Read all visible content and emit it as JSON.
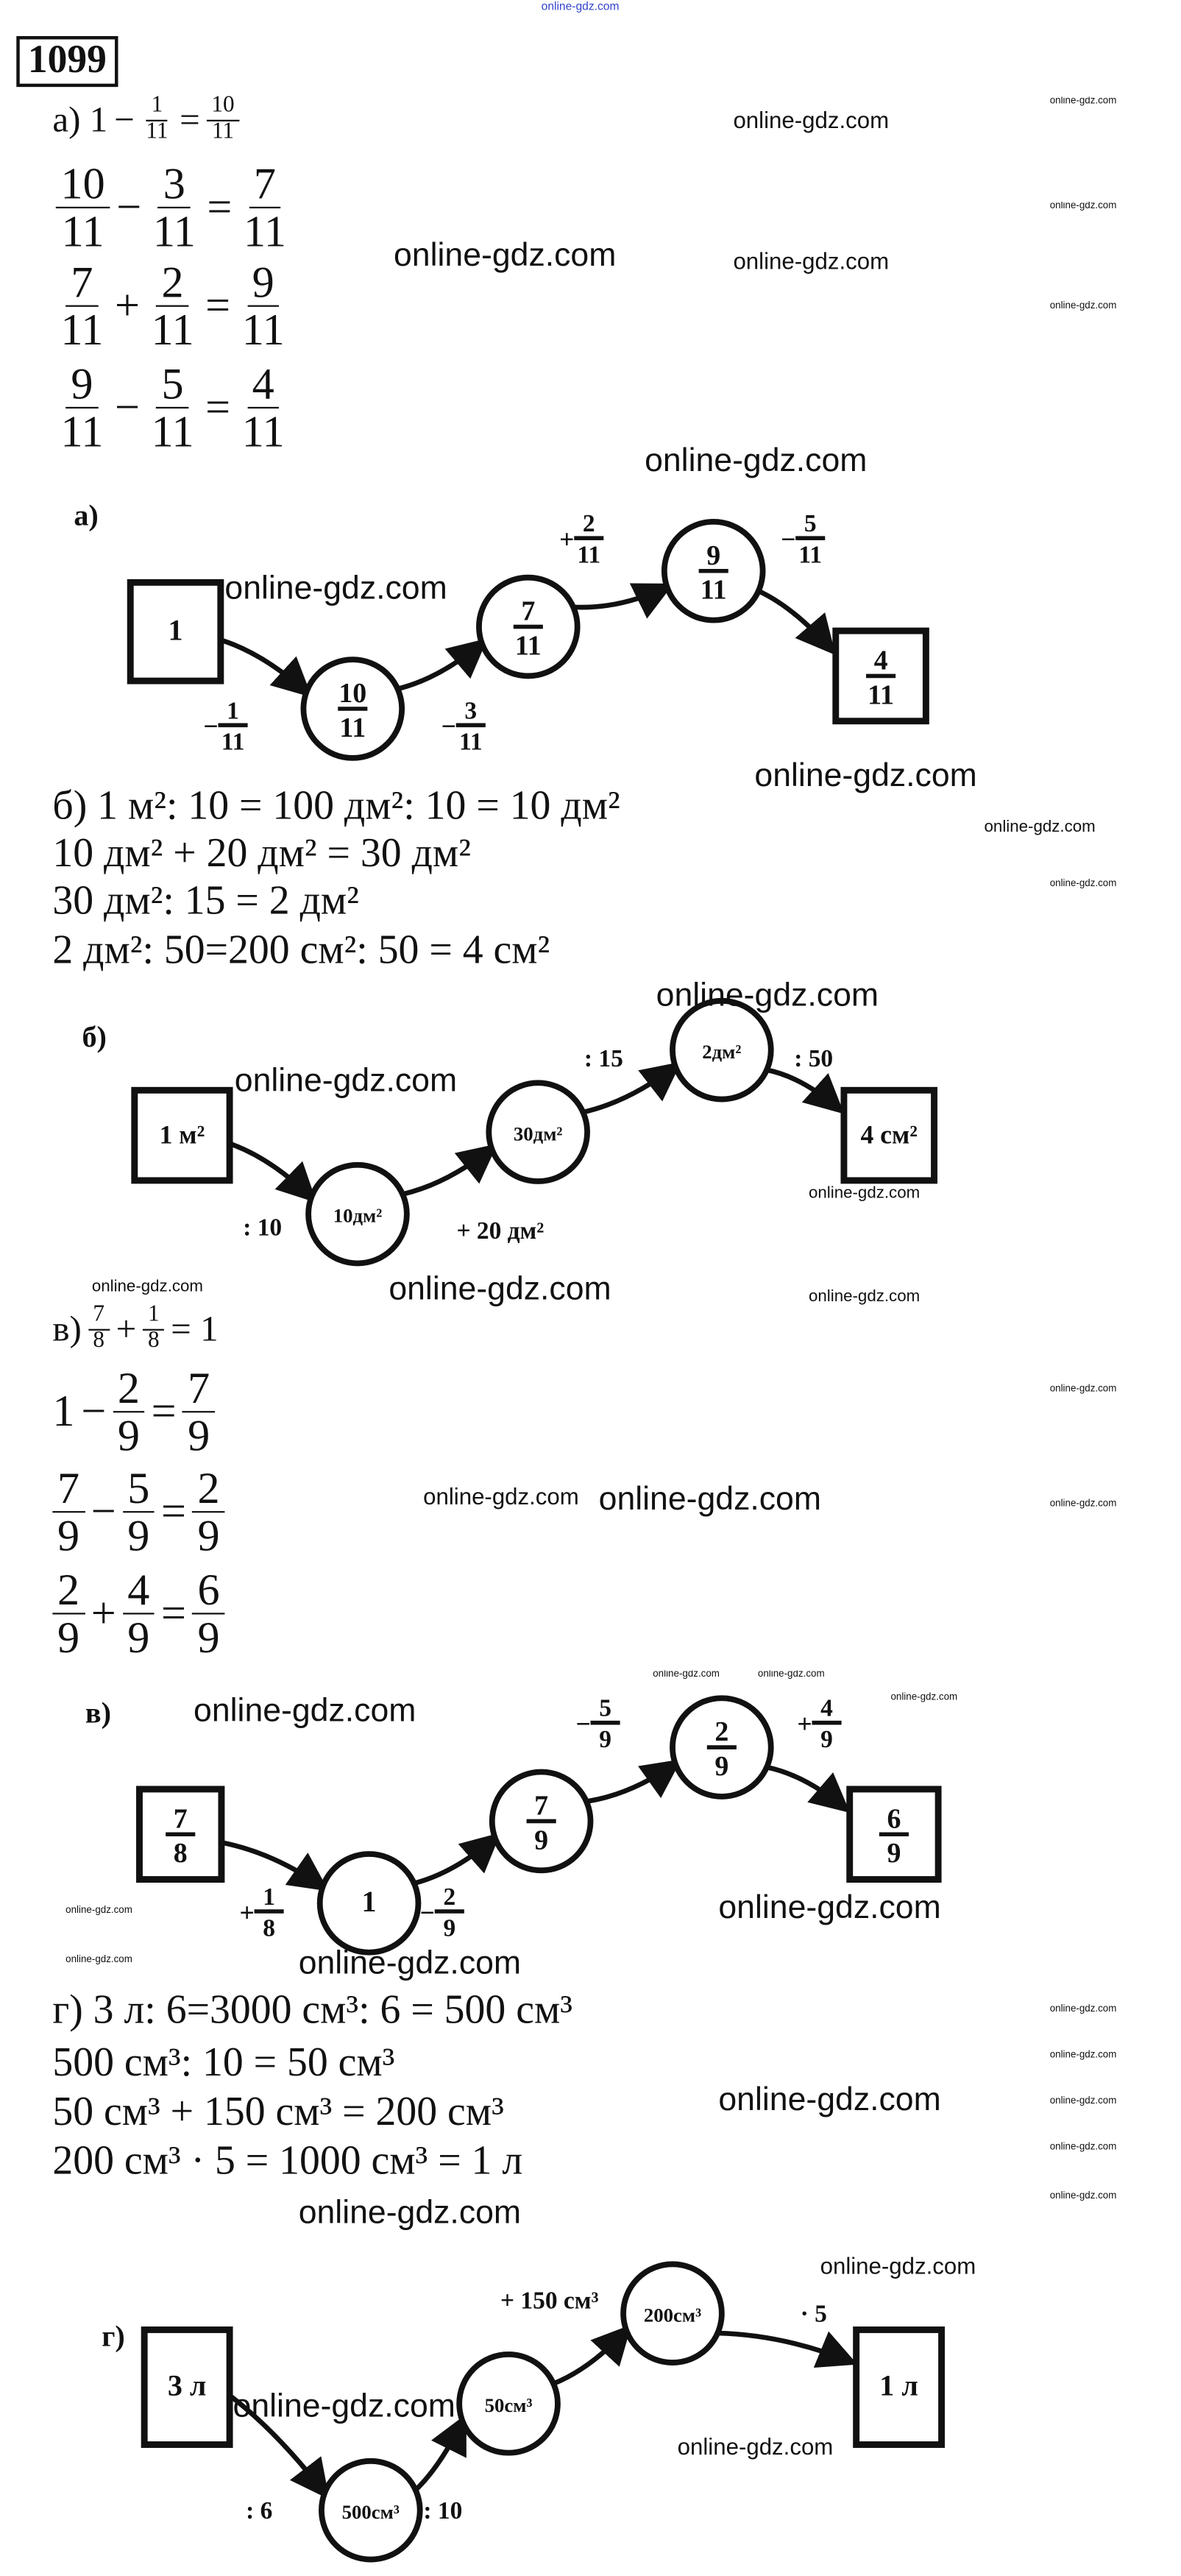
{
  "watermark": "online-gdz.com",
  "problem_number": "1099",
  "part_a": {
    "equations": [
      [
        "а) 1",
        "−",
        [
          "1",
          "11"
        ],
        "=",
        [
          "10",
          "11"
        ]
      ],
      [
        [
          "10",
          "11"
        ],
        "−",
        [
          "3",
          "11"
        ],
        "=",
        [
          "7",
          "11"
        ]
      ],
      [
        [
          "7",
          "11"
        ],
        "+",
        [
          "2",
          "11"
        ],
        "=",
        [
          "9",
          "11"
        ]
      ],
      [
        [
          "9",
          "11"
        ],
        "−",
        [
          "5",
          "11"
        ],
        "=",
        [
          "4",
          "11"
        ]
      ]
    ],
    "diagram": {
      "label": "а)",
      "nodes": [
        {
          "shape": "box",
          "value": [
            "1"
          ]
        },
        {
          "shape": "circle",
          "value": [
            "10",
            "11"
          ]
        },
        {
          "shape": "circle",
          "value": [
            "7",
            "11"
          ]
        },
        {
          "shape": "circle",
          "value": [
            "9",
            "11"
          ]
        },
        {
          "shape": "box",
          "value": [
            "4",
            "11"
          ]
        }
      ],
      "edges": [
        [
          "−",
          "1",
          "11"
        ],
        [
          "−",
          "3",
          "11"
        ],
        [
          "+",
          "2",
          "11"
        ],
        [
          "−",
          "5",
          "11"
        ]
      ]
    }
  },
  "part_b": {
    "lines": [
      "б) 1 м²: 10 = 100 дм²: 10 = 10 дм²",
      "10 дм² + 20 дм² = 30 дм²",
      "30 дм²: 15 = 2 дм²",
      "2 дм²: 50=200 см²: 50 = 4 см²"
    ],
    "diagram": {
      "label": "б)",
      "nodes": [
        {
          "shape": "box",
          "value": [
            "1 м²"
          ]
        },
        {
          "shape": "circle",
          "value": [
            "10дм²"
          ]
        },
        {
          "shape": "circle",
          "value": [
            "30дм²"
          ]
        },
        {
          "shape": "circle",
          "value": [
            "2дм²"
          ]
        },
        {
          "shape": "box",
          "value": [
            "4 см²"
          ]
        }
      ],
      "edges": [
        [
          ": 10"
        ],
        [
          "+ 20 дм²"
        ],
        [
          ": 15"
        ],
        [
          ": 50"
        ]
      ]
    }
  },
  "part_v": {
    "equations": [
      [
        "в)",
        [
          "7",
          "8"
        ],
        "+",
        [
          "1",
          "8"
        ],
        "= 1"
      ],
      [
        "1",
        "−",
        [
          "2",
          "9"
        ],
        "=",
        [
          "7",
          "9"
        ]
      ],
      [
        [
          "7",
          "9"
        ],
        "−",
        [
          "5",
          "9"
        ],
        "=",
        [
          "2",
          "9"
        ]
      ],
      [
        [
          "2",
          "9"
        ],
        "+",
        [
          "4",
          "9"
        ],
        "=",
        [
          "6",
          "9"
        ]
      ]
    ],
    "diagram": {
      "label": "в)",
      "nodes": [
        {
          "shape": "box",
          "value": [
            "7",
            "8"
          ]
        },
        {
          "shape": "circle",
          "value": [
            "1"
          ]
        },
        {
          "shape": "circle",
          "value": [
            "7",
            "9"
          ]
        },
        {
          "shape": "circle",
          "value": [
            "2",
            "9"
          ]
        },
        {
          "shape": "box",
          "value": [
            "6",
            "9"
          ]
        }
      ],
      "edges": [
        [
          "+",
          "1",
          "8"
        ],
        [
          "−",
          "2",
          "9"
        ],
        [
          "−",
          "5",
          "9"
        ],
        [
          "+",
          "4",
          "9"
        ]
      ]
    }
  },
  "part_g": {
    "lines": [
      "г) 3 л: 6=3000 см³: 6 = 500 см³",
      "500 см³: 10 = 50 см³",
      "50 см³ + 150 см³ = 200 см³",
      "200 см³ ·  5 = 1000 см³ = 1 л"
    ],
    "diagram": {
      "label": "г)",
      "nodes": [
        {
          "shape": "box",
          "value": [
            "3 л"
          ]
        },
        {
          "shape": "circle",
          "value": [
            "500см³"
          ]
        },
        {
          "shape": "circle",
          "value": [
            "50см³"
          ]
        },
        {
          "shape": "circle",
          "value": [
            "200см³"
          ]
        },
        {
          "shape": "box",
          "value": [
            "1 л"
          ]
        }
      ],
      "edges": [
        [
          ": 6"
        ],
        [
          ": 10"
        ],
        [
          "+ 150 см³"
        ],
        [
          "· 5"
        ]
      ]
    }
  }
}
